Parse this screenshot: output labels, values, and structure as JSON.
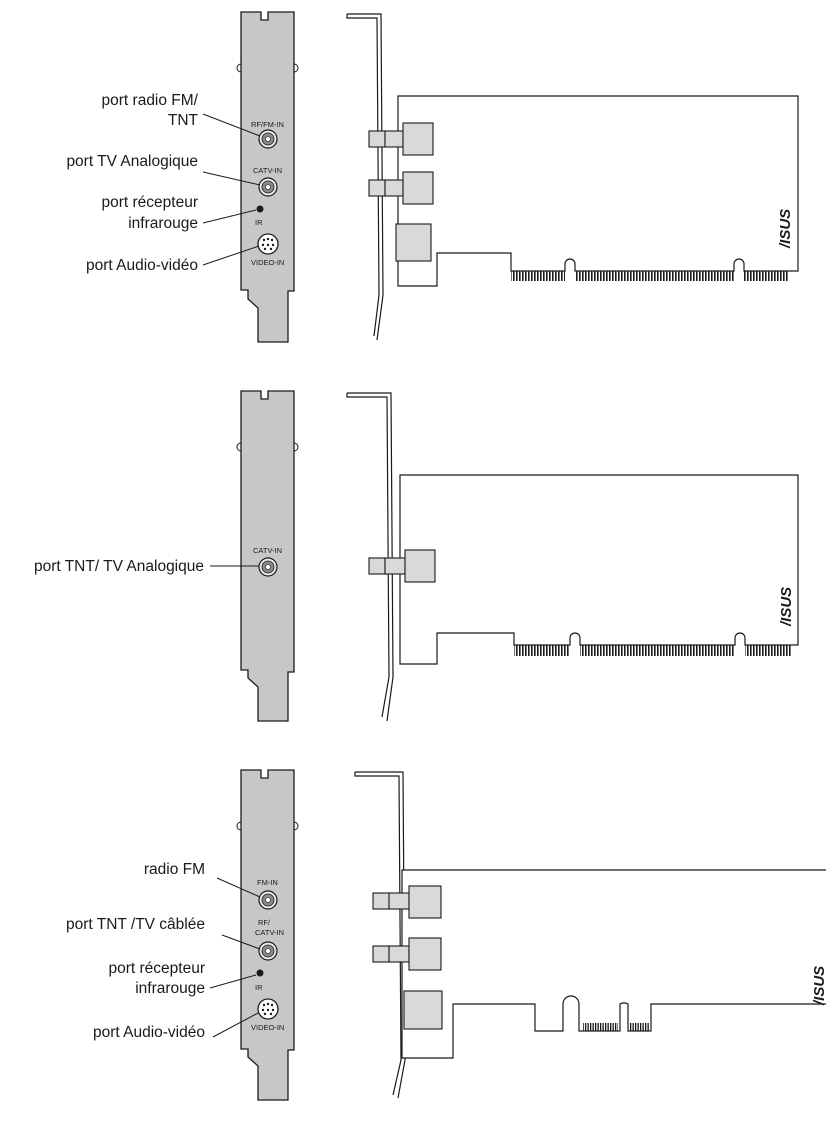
{
  "diagrams": [
    {
      "id": "card-1",
      "callouts": [
        {
          "lines": [
            "port radio FM/",
            "TNT"
          ]
        },
        {
          "lines": [
            "port TV Analogique"
          ]
        },
        {
          "lines": [
            "port récepteur",
            "infrarouge"
          ]
        },
        {
          "lines": [
            "port Audio-vidéo"
          ]
        }
      ],
      "port_labels": [
        "RF/FM-IN",
        "CATV-IN",
        "IR",
        "VIDEO-IN"
      ],
      "logo": "/ISUS"
    },
    {
      "id": "card-2",
      "callouts": [
        {
          "lines": [
            "port TNT/ TV Analogique"
          ]
        }
      ],
      "port_labels": [
        "CATV-IN"
      ],
      "logo": "/ISUS"
    },
    {
      "id": "card-3",
      "callouts": [
        {
          "lines": [
            "radio FM"
          ]
        },
        {
          "lines": [
            "port TNT /TV câblée"
          ]
        },
        {
          "lines": [
            "port récepteur",
            "infrarouge"
          ]
        },
        {
          "lines": [
            "port Audio-vidéo"
          ]
        }
      ],
      "port_labels": [
        "FM-IN",
        "RF/",
        "CATV-IN",
        "IR",
        "VIDEO-IN"
      ],
      "logo": "/ISUS"
    }
  ]
}
